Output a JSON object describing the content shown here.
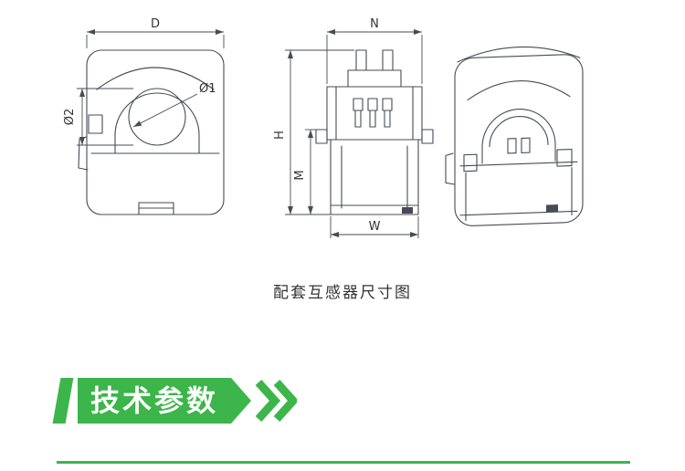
{
  "colors": {
    "accent_green": "#3cb54a",
    "drawing_line": "#474b55",
    "label_text": "#333333"
  },
  "drawing": {
    "caption": "配套互感器尺寸图",
    "labels": {
      "D": "D",
      "phi1": "Ø1",
      "phi2": "Ø2",
      "N": "N",
      "H": "H",
      "M": "M",
      "W": "W"
    }
  },
  "section_banner": {
    "title": "技术参数"
  }
}
